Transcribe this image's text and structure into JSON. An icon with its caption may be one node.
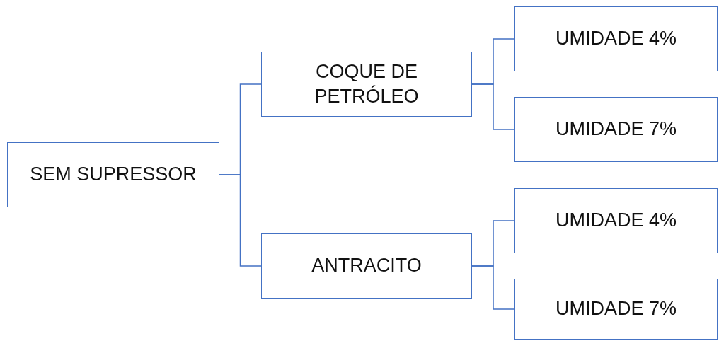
{
  "diagram": {
    "nodes": [
      {
        "text": [
          "SEM SUPRESSOR"
        ]
      },
      {
        "text": [
          "COQUE DE PETRÓLEO"
        ]
      },
      {
        "text": [
          "UMIDADE 4%"
        ]
      },
      {
        "text": [
          "UMIDADE 7%"
        ]
      },
      {
        "text": [
          "ANTRACITO"
        ]
      },
      {
        "text": [
          "UMIDADE 4%"
        ]
      },
      {
        "text": [
          "UMIDADE 7%"
        ]
      }
    ],
    "edges": [
      {
        "from": 0,
        "to": 1,
        "arrow": "none"
      },
      {
        "from": 1,
        "to": 2,
        "arrow": "none"
      },
      {
        "from": 1,
        "to": 3,
        "arrow": "none"
      },
      {
        "from": 0,
        "to": 4,
        "arrow": "none"
      },
      {
        "from": 4,
        "to": 5,
        "arrow": "none"
      },
      {
        "from": 4,
        "to": 6,
        "arrow": "none"
      }
    ]
  }
}
